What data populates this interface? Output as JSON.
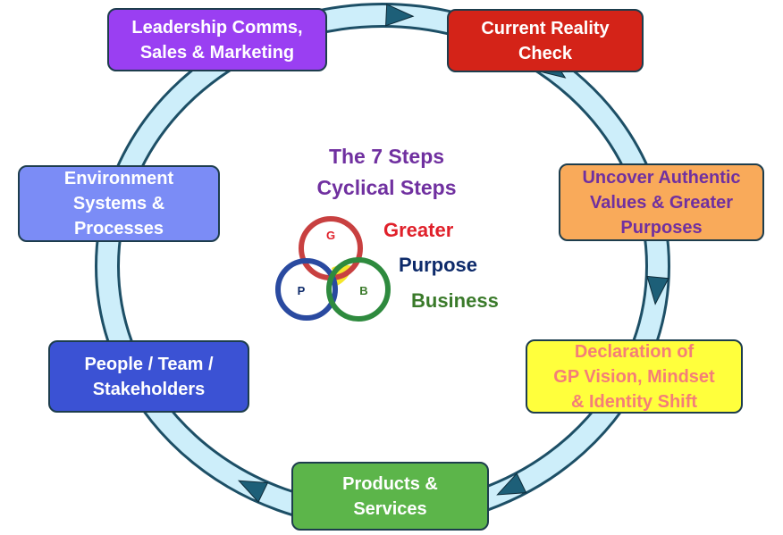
{
  "title": "The 7 Steps\nCyclical Steps",
  "logo": {
    "letters": {
      "g": "G",
      "p": "P",
      "b": "B"
    },
    "words": {
      "greater": "Greater",
      "purpose": "Purpose",
      "business": "Business"
    },
    "colors": {
      "greater": "#e0202a",
      "purpose": "#0d2a6a",
      "business": "#3a7a2a",
      "overlap": "#f5e62a"
    }
  },
  "steps": [
    {
      "label": "Current Reality\nCheck",
      "color": "#d42318",
      "text_color": "#ffffff"
    },
    {
      "label": "Uncover Authentic\nValues & Greater\nPurposes",
      "color": "#f9aa5a",
      "text_color": "#7030a0"
    },
    {
      "label": "Declaration of\nGP Vision, Mindset\n& Identity Shift",
      "color": "#ffff3c",
      "text_color": "#f47e78"
    },
    {
      "label": "Products &\nServices",
      "color": "#5cb54a",
      "text_color": "#ffffff"
    },
    {
      "label": "People / Team /\nStakeholders",
      "color": "#3b52d4",
      "text_color": "#ffffff"
    },
    {
      "label": "Environment\nSystems &\nProcesses",
      "color": "#7b8cf6",
      "text_color": "#ffffff"
    },
    {
      "label": "Leadership Comms,\nSales & Marketing",
      "color": "#9a3ff2",
      "text_color": "#ffffff"
    }
  ],
  "cycle": {
    "band_color": "#cdeefa",
    "outline_color": "#1d4f66",
    "arrow_color": "#1d5f78",
    "direction": "clockwise"
  }
}
